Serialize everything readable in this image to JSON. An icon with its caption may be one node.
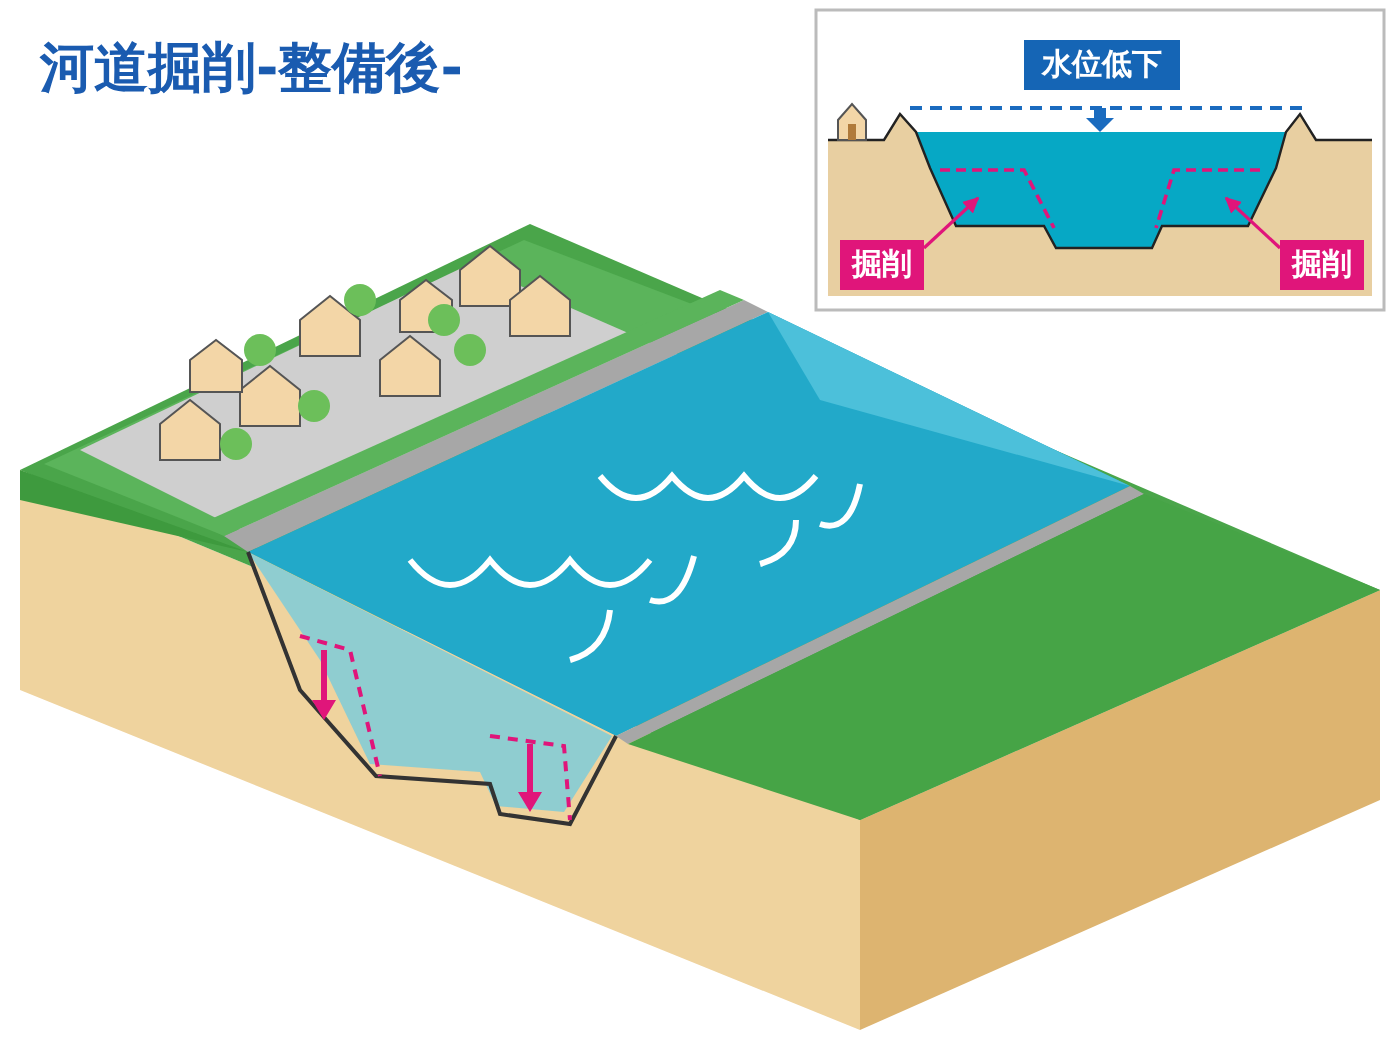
{
  "diagram": {
    "title": "河道掘削-整備後-",
    "nodes": [
      {
        "text": [
          "水位低下"
        ]
      },
      {
        "text": [
          "掘削"
        ]
      },
      {
        "text": [
          "掘削"
        ]
      },
      {
        "text": [],
        "shape": "trapezoid"
      },
      {
        "text": [],
        "shape": "trapezoid"
      }
    ],
    "edges": [
      {
        "from": 1,
        "to": 3,
        "arrow": "to"
      },
      {
        "from": 2,
        "to": 4,
        "arrow": "to"
      }
    ]
  }
}
